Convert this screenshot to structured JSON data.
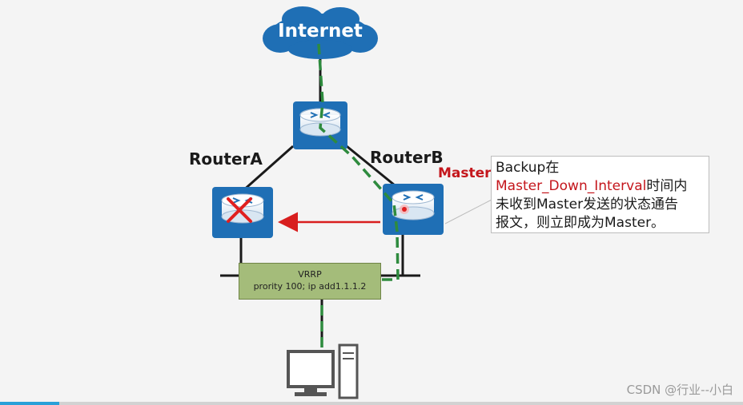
{
  "cloud": {
    "label": "Internet"
  },
  "routers": {
    "a": {
      "label": "RouterA"
    },
    "b": {
      "label": "RouterB",
      "role": "Master"
    }
  },
  "vrrp": {
    "title": "VRRP",
    "config": "prority 100;  ip add1.1.1.2"
  },
  "callout": {
    "line1_prefix": "Backup在",
    "line2_highlight": "Master_Down_Interval",
    "line2_suffix": "时间内",
    "line3": "未收到Master发送的状态通告",
    "line4": "报文，则立即成为Master。"
  },
  "watermark": "CSDN @行业--小白",
  "playback": {
    "progress": 0.08
  },
  "colors": {
    "router": "#1f6fb5",
    "cloud": "#1f6fb5",
    "path": "#2e8b3e",
    "arrow": "#d81e1e",
    "failure_x": "#e02020",
    "vrrp_box": "#a4bc7a"
  }
}
